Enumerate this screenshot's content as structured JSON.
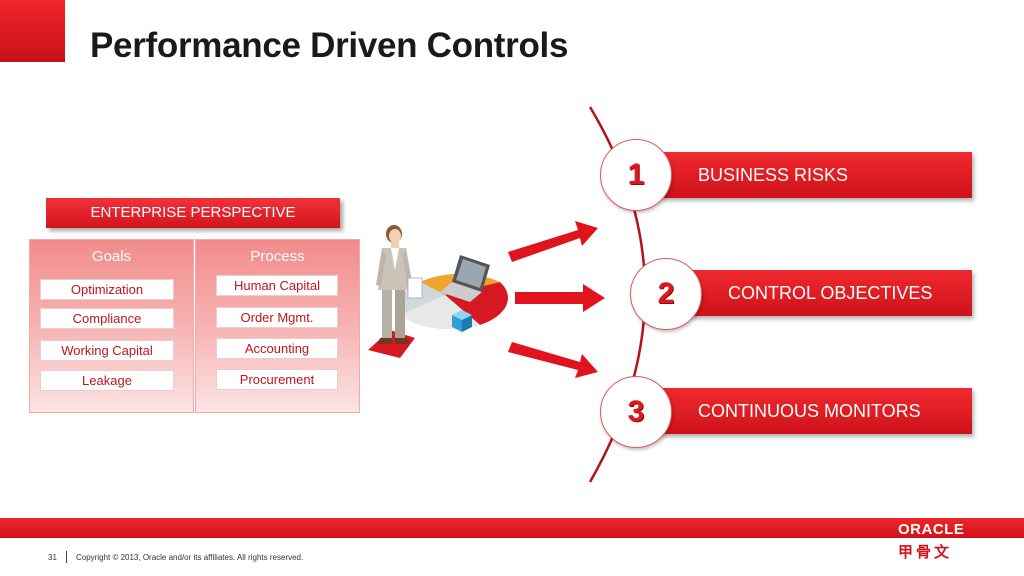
{
  "title": "Performance Driven Controls",
  "enterprise": {
    "header": "ENTERPRISE PERSPECTIVE",
    "goals": {
      "title": "Goals",
      "items": [
        "Optimization",
        "Compliance",
        "Working Capital",
        "Leakage"
      ]
    },
    "process": {
      "title": "Process",
      "items": [
        "Human Capital",
        "Order Mgmt.",
        "Accounting",
        "Procurement"
      ]
    }
  },
  "steps": [
    {
      "number": "1",
      "label": "BUSINESS RISKS"
    },
    {
      "number": "2",
      "label": "CONTROL OBJECTIVES"
    },
    {
      "number": "3",
      "label": "CONTINUOUS MONITORS"
    }
  ],
  "footer": {
    "page_number": "31",
    "copyright": "Copyright © 2013, Oracle and/or its affiliates. All rights reserved.",
    "logo": "ORACLE",
    "logo_cjk": "甲骨文"
  },
  "colors": {
    "brand_red": "#d2121a",
    "panel_pink": "#f7b7b7"
  }
}
